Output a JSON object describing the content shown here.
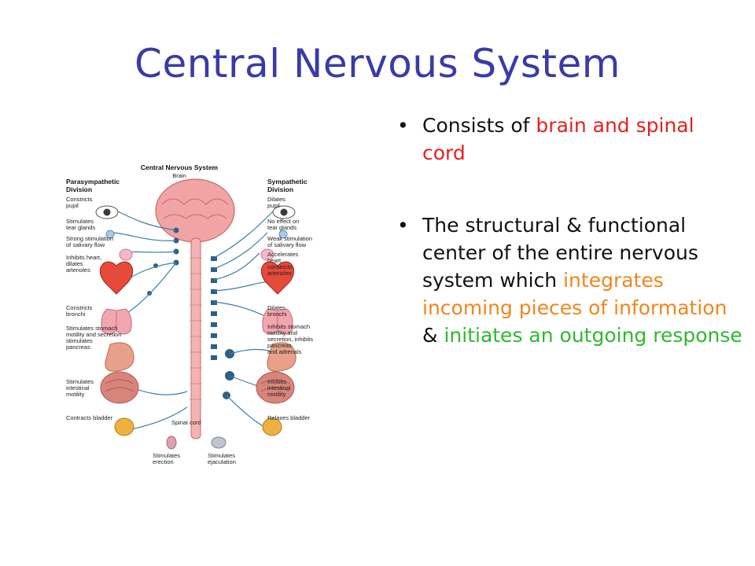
{
  "slide": {
    "title": "Central Nervous System"
  },
  "bullets": {
    "b1": {
      "bullet_char": "•",
      "pre": "Consists of ",
      "highlight": "brain and spinal cord"
    },
    "b2": {
      "bullet_char": "•",
      "pre": "The structural & functional center of the entire nervous system which ",
      "highlight_1": "integrates incoming pieces of information",
      "mid": " & ",
      "highlight_2": "initiates an outgoing response"
    }
  },
  "colors": {
    "title": "#3a3aa8",
    "body": "#111111",
    "red": "#e8201c",
    "orange": "#f2851c",
    "green": "#2fb82f"
  },
  "figure": {
    "heading": "Central Nervous System",
    "brain_label": "Brain",
    "left_heading_1": "Parasympathetic",
    "left_heading_2": "Division",
    "right_heading_1": "Sympathetic",
    "right_heading_2": "Division",
    "spinal_cord_label": "Spinal cord",
    "left_labels": [
      [
        "Constricts",
        "pupil"
      ],
      [
        "Stimulates",
        "tear glands"
      ],
      [
        "Strong stimulation",
        "of salivary flow"
      ],
      [
        "Inhibits heart,",
        "dilates",
        "arterioles"
      ],
      [
        "Constricts",
        "bronchi"
      ],
      [
        "Stimulates stomach",
        "motility and secretion",
        "stimulates",
        "pancreas"
      ],
      [
        "Stimulates",
        "intestinal",
        "motility"
      ],
      [
        "Contracts bladder"
      ]
    ],
    "right_labels": [
      [
        "Dilates",
        "pupil"
      ],
      [
        "No effect on",
        "tear glands"
      ],
      [
        "Weak stimulation",
        "of salivary flow"
      ],
      [
        "Accelerates",
        "heart,",
        "constricts",
        "arterioles"
      ],
      [
        "Dilates",
        "bronchi"
      ],
      [
        "Inhibits stomach",
        "motility and",
        "secretion, inhibits",
        "pancreas",
        "and adrenals"
      ],
      [
        "Inhibits",
        "intestinal",
        "motility"
      ],
      [
        "Relaxes bladder"
      ]
    ],
    "bottom_labels": [
      [
        "Stimulates",
        "erection"
      ],
      [
        "Stimulates",
        "ejaculation"
      ]
    ]
  }
}
